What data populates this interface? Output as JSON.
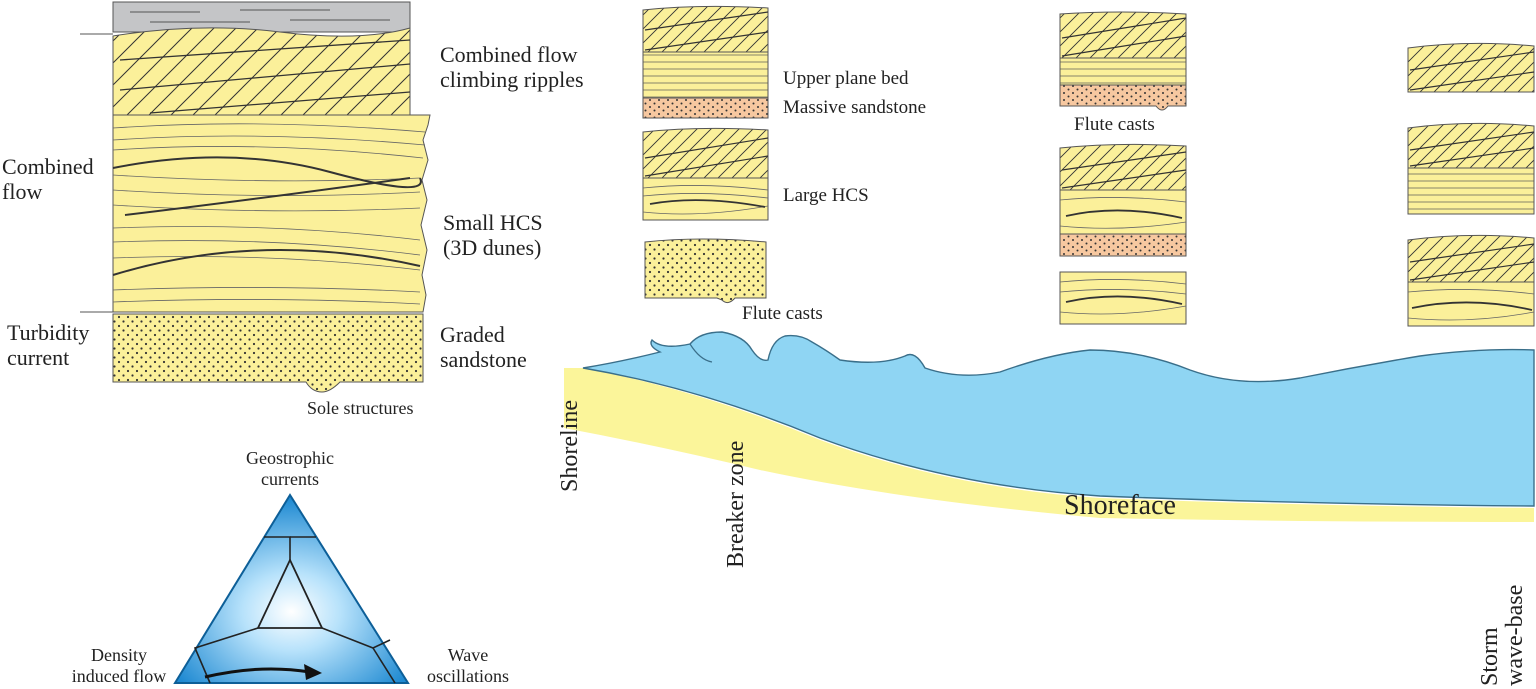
{
  "colors": {
    "sand": "#fbf09a",
    "sand_dark": "#f6e37a",
    "water": "#8fd5f3",
    "water_edge": "#3a6f8a",
    "massive": "#f7c8a0",
    "mud": "#c4c5c7",
    "triangle_outer": "#1e88d0",
    "triangle_inner": "#ffffff",
    "line": "#222222"
  },
  "column": {
    "labels": {
      "combined_flow_ripples": [
        "Combined flow",
        "climbing ripples"
      ],
      "small_hcs": [
        "Small HCS",
        "(3D dunes)"
      ],
      "graded_sandstone": [
        "Graded",
        "sandstone"
      ],
      "sole_structures": "Sole structures"
    },
    "side_labels": {
      "combined_flow": [
        "Combined",
        "flow"
      ],
      "turbidity_current": [
        "Turbidity",
        "current"
      ]
    }
  },
  "triangle": {
    "apex_top": [
      "Geostrophic",
      "currents"
    ],
    "apex_left": [
      "Density",
      "induced flow"
    ],
    "apex_right": [
      "Wave",
      "oscillations"
    ]
  },
  "logs": {
    "log1": {
      "upper_plane_bed": "Upper plane bed",
      "massive_sandstone": "Massive sandstone"
    },
    "log2": {
      "large_hcs": "Large HCS"
    },
    "log3": {
      "flute_casts": "Flute casts"
    },
    "log4": {
      "flute_casts": "Flute casts"
    }
  },
  "profile": {
    "shoreline": "Shoreline",
    "breaker_zone": "Breaker zone",
    "shoreface": "Shoreface",
    "storm_wave_base": [
      "Storm",
      "wave-base"
    ]
  }
}
